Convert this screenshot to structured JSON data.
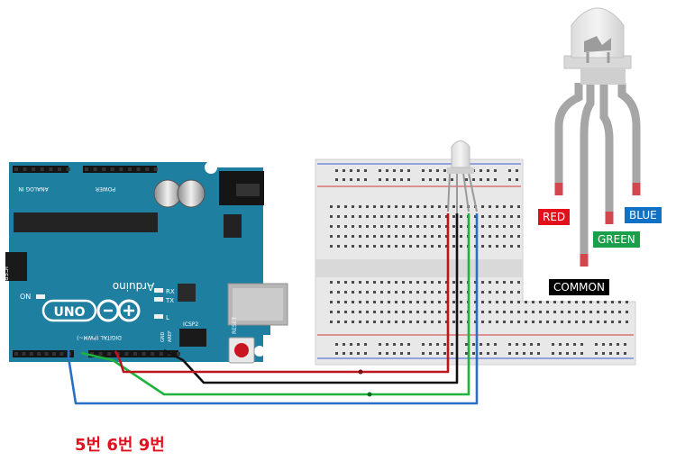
{
  "arduino": {
    "logo_text": "Arduino",
    "model_text": "UNO",
    "label_on": "ON",
    "label_rx": "RX",
    "label_tx": "TX",
    "label_l": "L",
    "label_icsp": "ICSP",
    "label_icsp2": "ICSP2",
    "label_reset": "RESET",
    "label_digital": "DIGITAL (PWM~)",
    "label_power": "POWER",
    "label_analog": "ANALOG IN",
    "label_aref": "AREF",
    "label_gnd": "GND"
  },
  "led": {
    "pins": [
      {
        "label": "RED",
        "color": "#e3101b"
      },
      {
        "label": "COMMON",
        "color": "#000000"
      },
      {
        "label": "GREEN",
        "color": "#1aa04a"
      },
      {
        "label": "BLUE",
        "color": "#1171c4"
      }
    ]
  },
  "wires": [
    {
      "name": "red-wire",
      "color": "#c0141c"
    },
    {
      "name": "black-wire",
      "color": "#111111"
    },
    {
      "name": "green-wire",
      "color": "#1fb23c"
    },
    {
      "name": "blue-wire",
      "color": "#2b6fc4"
    }
  ],
  "caption": "5번 6번 9번"
}
